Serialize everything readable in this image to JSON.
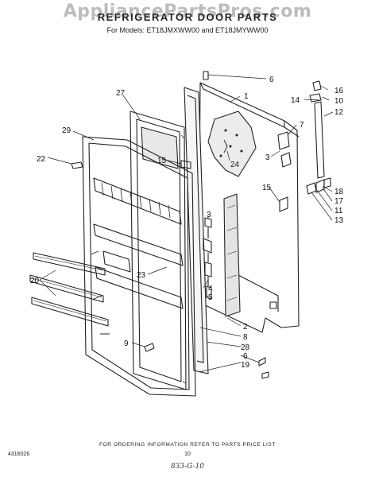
{
  "watermark": "AppliancePartsPros.com",
  "title": "REFRIGERATOR DOOR PARTS",
  "subtitle": "For Models: ET18JMXWW00 and ET18JMYWW00",
  "callouts": [
    {
      "id": "c6a",
      "text": "6"
    },
    {
      "id": "c1",
      "text": "1"
    },
    {
      "id": "c16",
      "text": "16"
    },
    {
      "id": "c14",
      "text": "14"
    },
    {
      "id": "c10",
      "text": "10"
    },
    {
      "id": "c12",
      "text": "12"
    },
    {
      "id": "c27",
      "text": "27"
    },
    {
      "id": "c7",
      "text": "7"
    },
    {
      "id": "c29",
      "text": "29"
    },
    {
      "id": "c3a",
      "text": "3"
    },
    {
      "id": "c22",
      "text": "22"
    },
    {
      "id": "c15a",
      "text": "15"
    },
    {
      "id": "c24",
      "text": "24"
    },
    {
      "id": "c15b",
      "text": "15"
    },
    {
      "id": "c18",
      "text": "18"
    },
    {
      "id": "c17",
      "text": "17"
    },
    {
      "id": "c11",
      "text": "11"
    },
    {
      "id": "c13",
      "text": "13"
    },
    {
      "id": "c3b",
      "text": "3"
    },
    {
      "id": "c20",
      "text": "20"
    },
    {
      "id": "c23",
      "text": "23"
    },
    {
      "id": "c4",
      "text": "4"
    },
    {
      "id": "c5",
      "text": "5"
    },
    {
      "id": "c2",
      "text": "2"
    },
    {
      "id": "c8",
      "text": "8"
    },
    {
      "id": "c9",
      "text": "9"
    },
    {
      "id": "c28",
      "text": "28"
    },
    {
      "id": "c6b",
      "text": "6"
    },
    {
      "id": "c19",
      "text": "19"
    }
  ],
  "footer_note": "FOR ORDERING INFORMATION REFER TO PARTS PRICE LIST",
  "doc_code": "4316026",
  "page_number": "10",
  "handwritten_code": "833-G-10"
}
